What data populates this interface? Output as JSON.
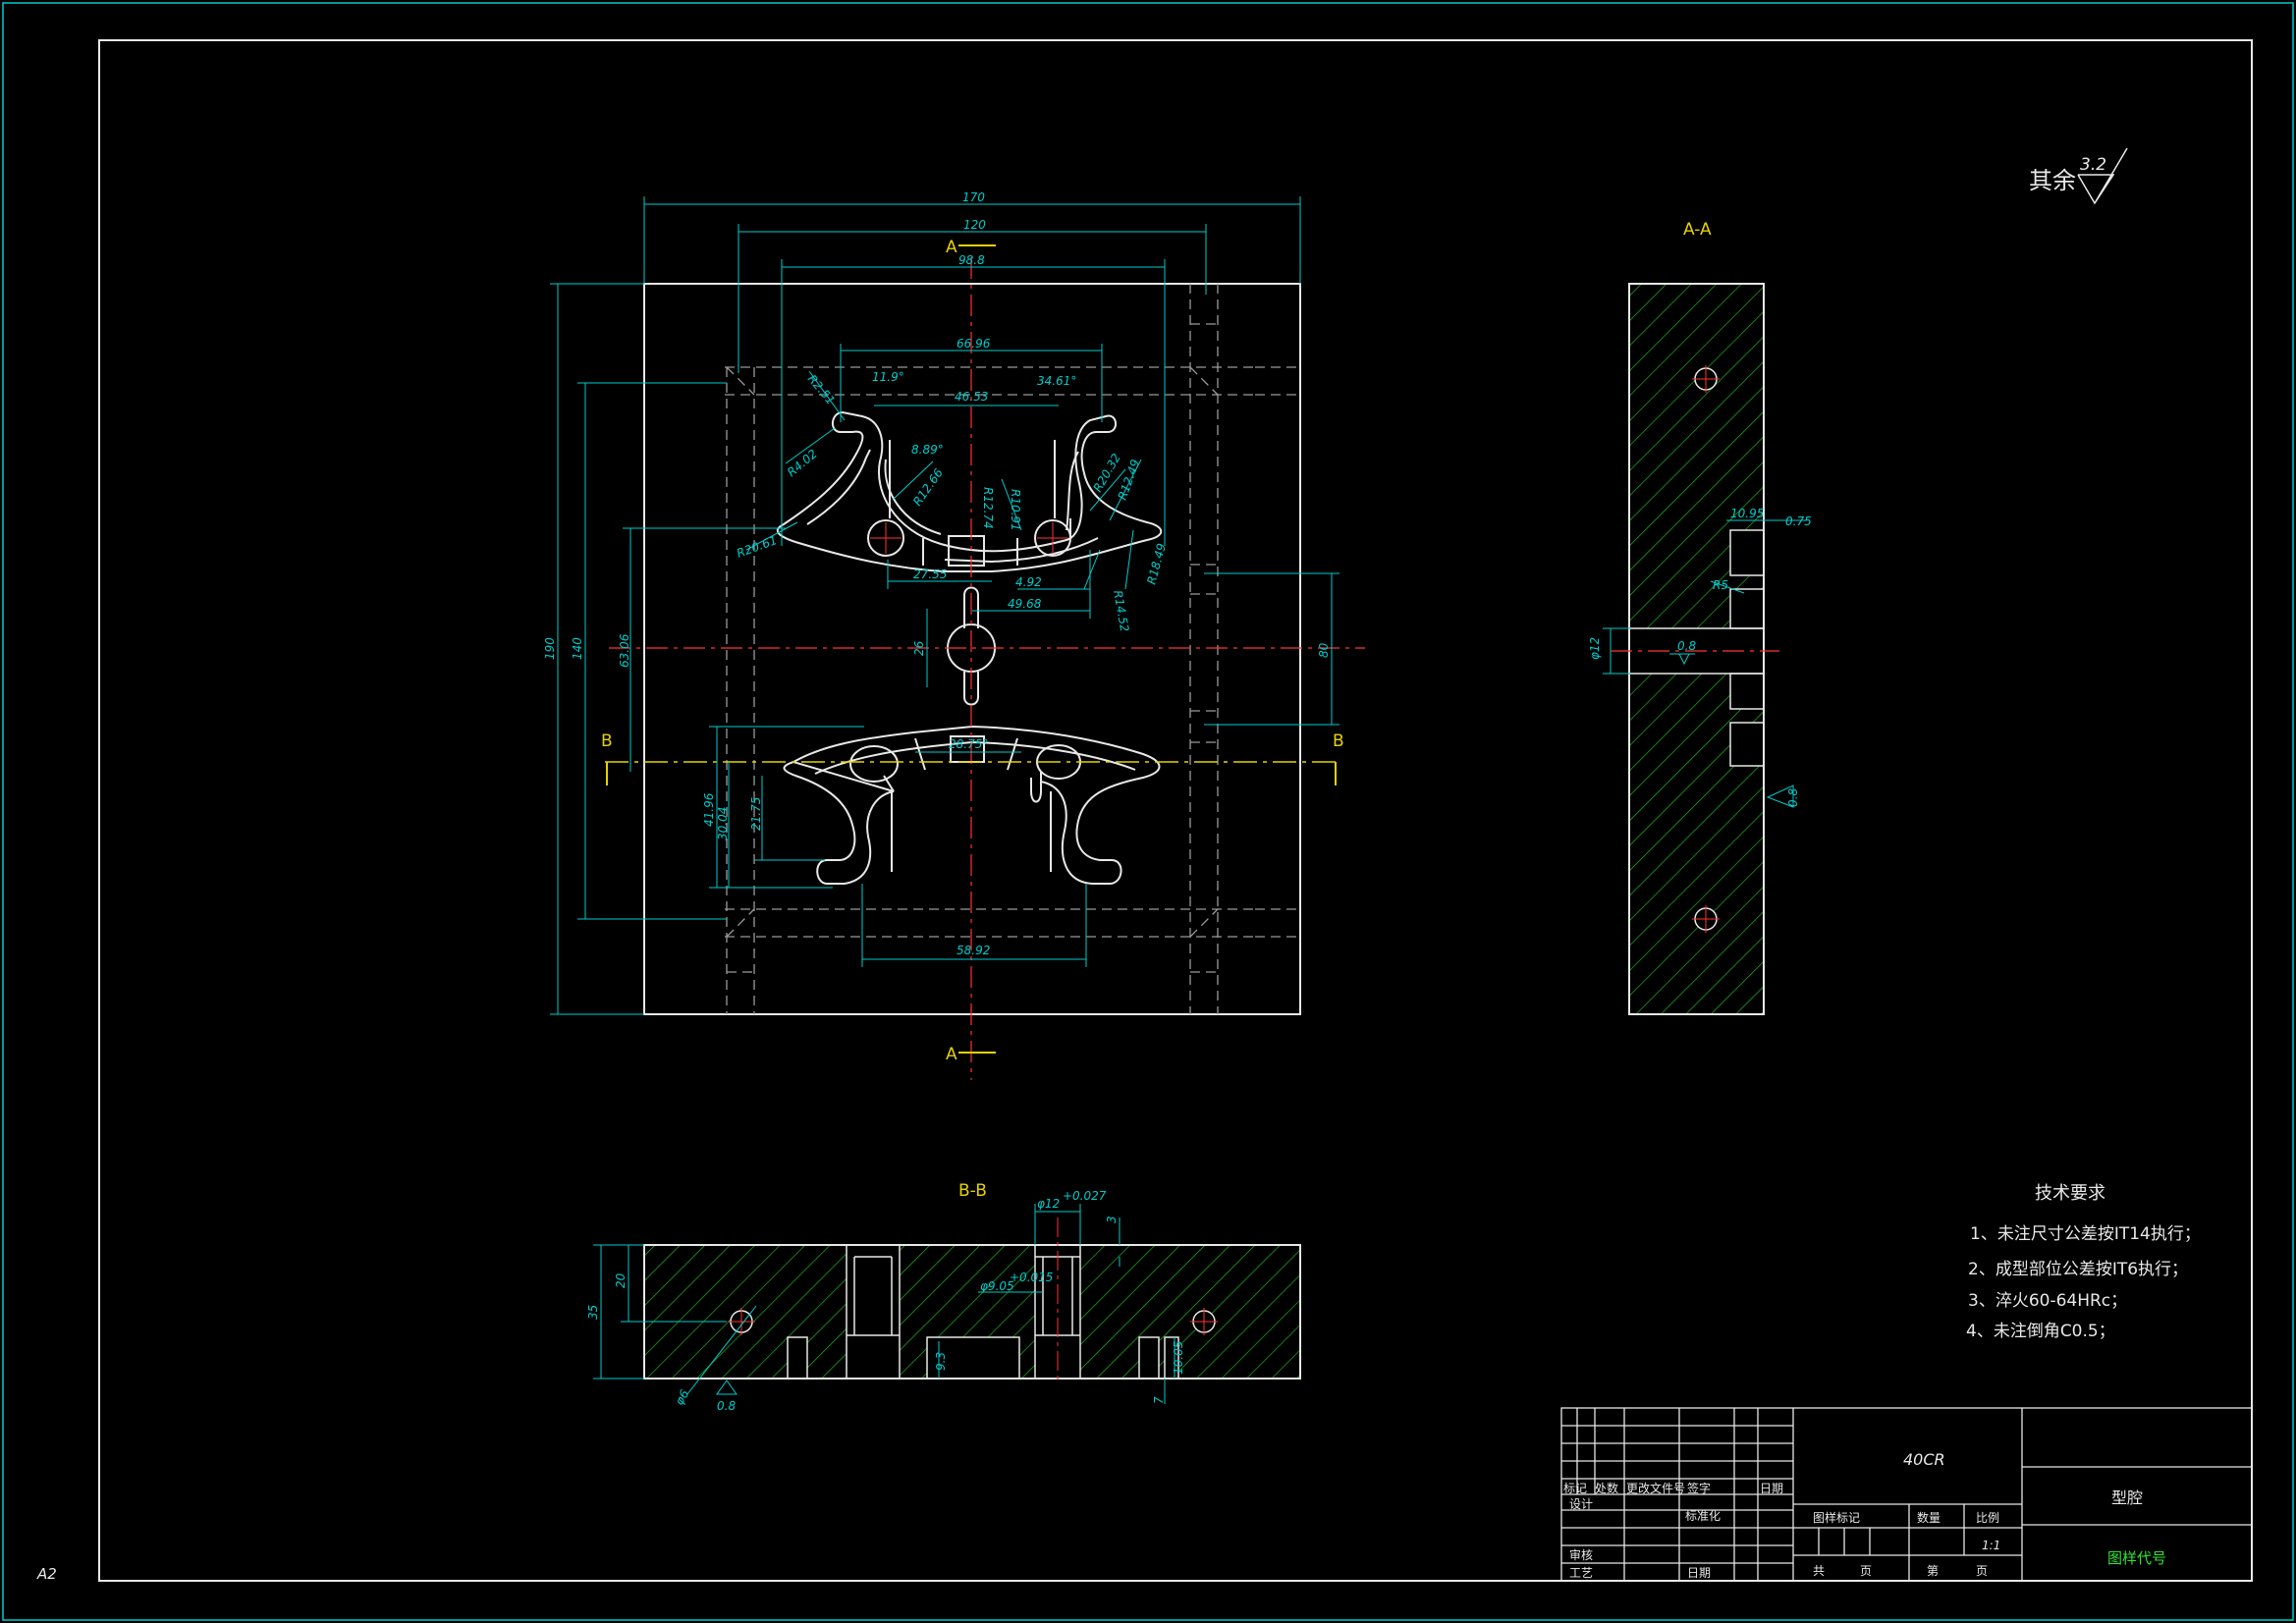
{
  "sheet": {
    "size_label": "A2"
  },
  "roughness": {
    "prefix": "其余",
    "value": "3.2"
  },
  "section_labels": {
    "aa_title": "A-A",
    "bb_title": "B-B",
    "mark_a": "A",
    "mark_b": "B"
  },
  "plan_dims": {
    "w170": "170",
    "w120": "120",
    "w98": "98.8",
    "w66": "66.96",
    "w46": "46.53",
    "a119": "11.9°",
    "a34": "34.61°",
    "a889": "8.89°",
    "r251": "R2.51",
    "r402": "R4.02",
    "r1266": "R12.66",
    "r2061": "R20.61",
    "r1274": "R12.74",
    "r1091": "R10.91",
    "r2032": "R20.32",
    "r1249": "R12.49",
    "r1849": "R18.49",
    "r1452": "R14.52",
    "d2755": "27.55",
    "d492": "4.92",
    "d4968": "49.68",
    "d26": "26",
    "h190": "190",
    "h140": "140",
    "h6306": "63.06",
    "h80": "80",
    "a2875": "28.75°",
    "h4196": "41.96",
    "h3004": "30.04",
    "h2175": "21.75",
    "w5892": "58.92"
  },
  "aa_dims": {
    "d1095": "10.95",
    "d075": "0.75",
    "r5": "R5",
    "phi12": "φ12",
    "r08": "0.8",
    "r08b": "0.8"
  },
  "bb_dims": {
    "phi12": "φ12",
    "phi12_tol": "+0.027",
    "d3": "3",
    "phi9": "φ9.05",
    "phi9_tol": "+0.015",
    "h35": "35",
    "h20": "20",
    "d93": "9.3",
    "d1005": "10.05",
    "d7": "7",
    "phi6": "φ6",
    "r08": "0.8"
  },
  "tech": {
    "title": "技术要求",
    "items": [
      "1、未注尺寸公差按IT14执行；",
      "2、成型部位公差按IT6执行；",
      "3、淬火60-64HRc；",
      "4、未注倒角C0.5；"
    ]
  },
  "title_block": {
    "material": "40CR",
    "part_name": "型腔",
    "drawing_no": "图样代号",
    "header_cells": [
      "标记",
      "处数",
      "更改文件号",
      "签字",
      "日期"
    ],
    "row_design": "设计",
    "row_standard": "标准化",
    "row_review": "审核",
    "row_process": "工艺",
    "row_date": "日期",
    "stage_label": "图样标记",
    "weight_label": "数量",
    "scale_label": "比例",
    "scale_value": "1:1",
    "total_label": "共",
    "page_label": "页",
    "sheet_label": "第",
    "sheet_page_label": "页"
  },
  "colors": {
    "cyan": "#00cccc",
    "white": "#e8e8e8",
    "red": "#ff3333",
    "yellow": "#e6d200",
    "green": "#22c022"
  }
}
